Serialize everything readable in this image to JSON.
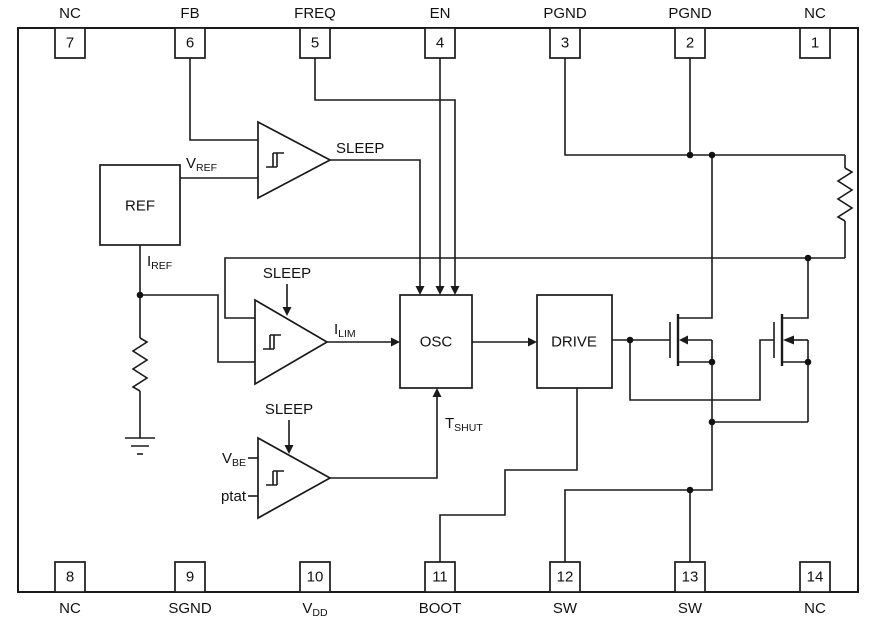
{
  "ic": {
    "top_pins": [
      {
        "num": "7",
        "label": "NC"
      },
      {
        "num": "6",
        "label": "FB"
      },
      {
        "num": "5",
        "label": "FREQ"
      },
      {
        "num": "4",
        "label": "EN"
      },
      {
        "num": "3",
        "label": "PGND"
      },
      {
        "num": "2",
        "label": "PGND"
      },
      {
        "num": "1",
        "label": "NC"
      }
    ],
    "bottom_pins": [
      {
        "num": "8",
        "label": "NC"
      },
      {
        "num": "9",
        "label": "SGND"
      },
      {
        "num": "10",
        "label_base": "V",
        "label_sub": "DD"
      },
      {
        "num": "11",
        "label": "BOOT"
      },
      {
        "num": "12",
        "label": "SW"
      },
      {
        "num": "13",
        "label": "SW"
      },
      {
        "num": "14",
        "label": "NC"
      }
    ],
    "blocks": {
      "ref": "REF",
      "osc": "OSC",
      "drive": "DRIVE"
    },
    "signals": {
      "sleep": "SLEEP",
      "vref": {
        "base": "V",
        "sub": "REF"
      },
      "iref": {
        "base": "I",
        "sub": "REF"
      },
      "ilim": {
        "base": "I",
        "sub": "LIM"
      },
      "tshut": {
        "base": "T",
        "sub": "SHUT"
      },
      "vbe": {
        "base": "V",
        "sub": "BE"
      },
      "ptat": "ptat"
    }
  }
}
